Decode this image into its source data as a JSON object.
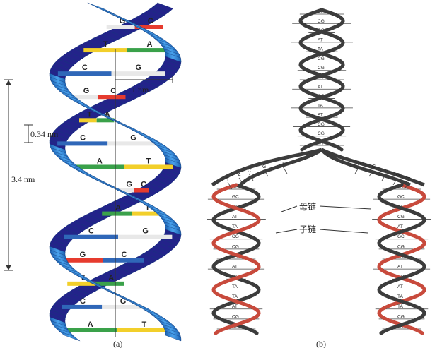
{
  "panel_a": {
    "label": "(a)",
    "width_label": "1 nm",
    "rise_label": "0.34 nm",
    "pitch_label": "3.4 nm",
    "base_pairs": [
      {
        "left": "G",
        "right": "C",
        "colors": [
          "#e8e8e8",
          "#e63b2e"
        ]
      },
      {
        "left": "T",
        "right": "A",
        "colors": [
          "#f2cf2a",
          "#3aa14a"
        ]
      },
      {
        "left": "C",
        "right": "G",
        "colors": [
          "#2f67b8",
          "#e8e8e8"
        ]
      },
      {
        "left": "G",
        "right": "C",
        "colors": [
          "#e8e8e8",
          "#e63b2e"
        ]
      },
      {
        "left": "T",
        "right": "A",
        "colors": [
          "#f2cf2a",
          "#3aa14a"
        ]
      },
      {
        "left": "C",
        "right": "G",
        "colors": [
          "#2f67b8",
          "#e8e8e8"
        ]
      },
      {
        "left": "A",
        "right": "T",
        "colors": [
          "#3aa14a",
          "#f2cf2a"
        ]
      },
      {
        "left": "G",
        "right": "C",
        "colors": [
          "#e8e8e8",
          "#e63b2e"
        ]
      },
      {
        "left": "A",
        "right": "T",
        "colors": [
          "#3aa14a",
          "#f2cf2a"
        ]
      },
      {
        "left": "C",
        "right": "G",
        "colors": [
          "#2f67b8",
          "#e8e8e8"
        ]
      },
      {
        "left": "G",
        "right": "C",
        "colors": [
          "#e63b2e",
          "#2f67b8"
        ]
      },
      {
        "left": "T",
        "right": "A",
        "colors": [
          "#f2cf2a",
          "#3aa14a"
        ]
      },
      {
        "left": "C",
        "right": "G",
        "colors": [
          "#2f67b8",
          "#e8e8e8"
        ]
      },
      {
        "left": "A",
        "right": "T",
        "colors": [
          "#3aa14a",
          "#f2cf2a"
        ]
      }
    ]
  },
  "panel_b": {
    "label": "(b)",
    "parent_strand_label": "母链",
    "daughter_strand_label": "子链",
    "parent_pairs": [
      "AT",
      "CG",
      "CG",
      "AT",
      "TA",
      "CG",
      "CG",
      "TA",
      "AT",
      "GC",
      "TA",
      "AT",
      "CG",
      "CG",
      "TA"
    ],
    "fork_left_bases": [
      "T",
      "G",
      "C",
      "A",
      "T"
    ],
    "fork_right_bases": [
      "A",
      "C",
      "G",
      "G",
      "T"
    ],
    "left_daughter_pairs": [
      "AT",
      "GC",
      "GC",
      "AT",
      "TA",
      "CG",
      "CG",
      "TA",
      "AT",
      "GC",
      "TA",
      "TA",
      "AT",
      "CG",
      "AT"
    ],
    "right_daughter_pairs": [
      "TA",
      "GC",
      "AT",
      "CG",
      "AT",
      "GC",
      "CG",
      "TA",
      "AT",
      "CG",
      "AT",
      "TA",
      "TA",
      "CG",
      "TA"
    ]
  },
  "colors": {
    "helix_blue": "#2a7fd0",
    "helix_back": "#23238a",
    "parent_strand": "#3c3c3c",
    "daughter_strand": "#c84a3c"
  }
}
